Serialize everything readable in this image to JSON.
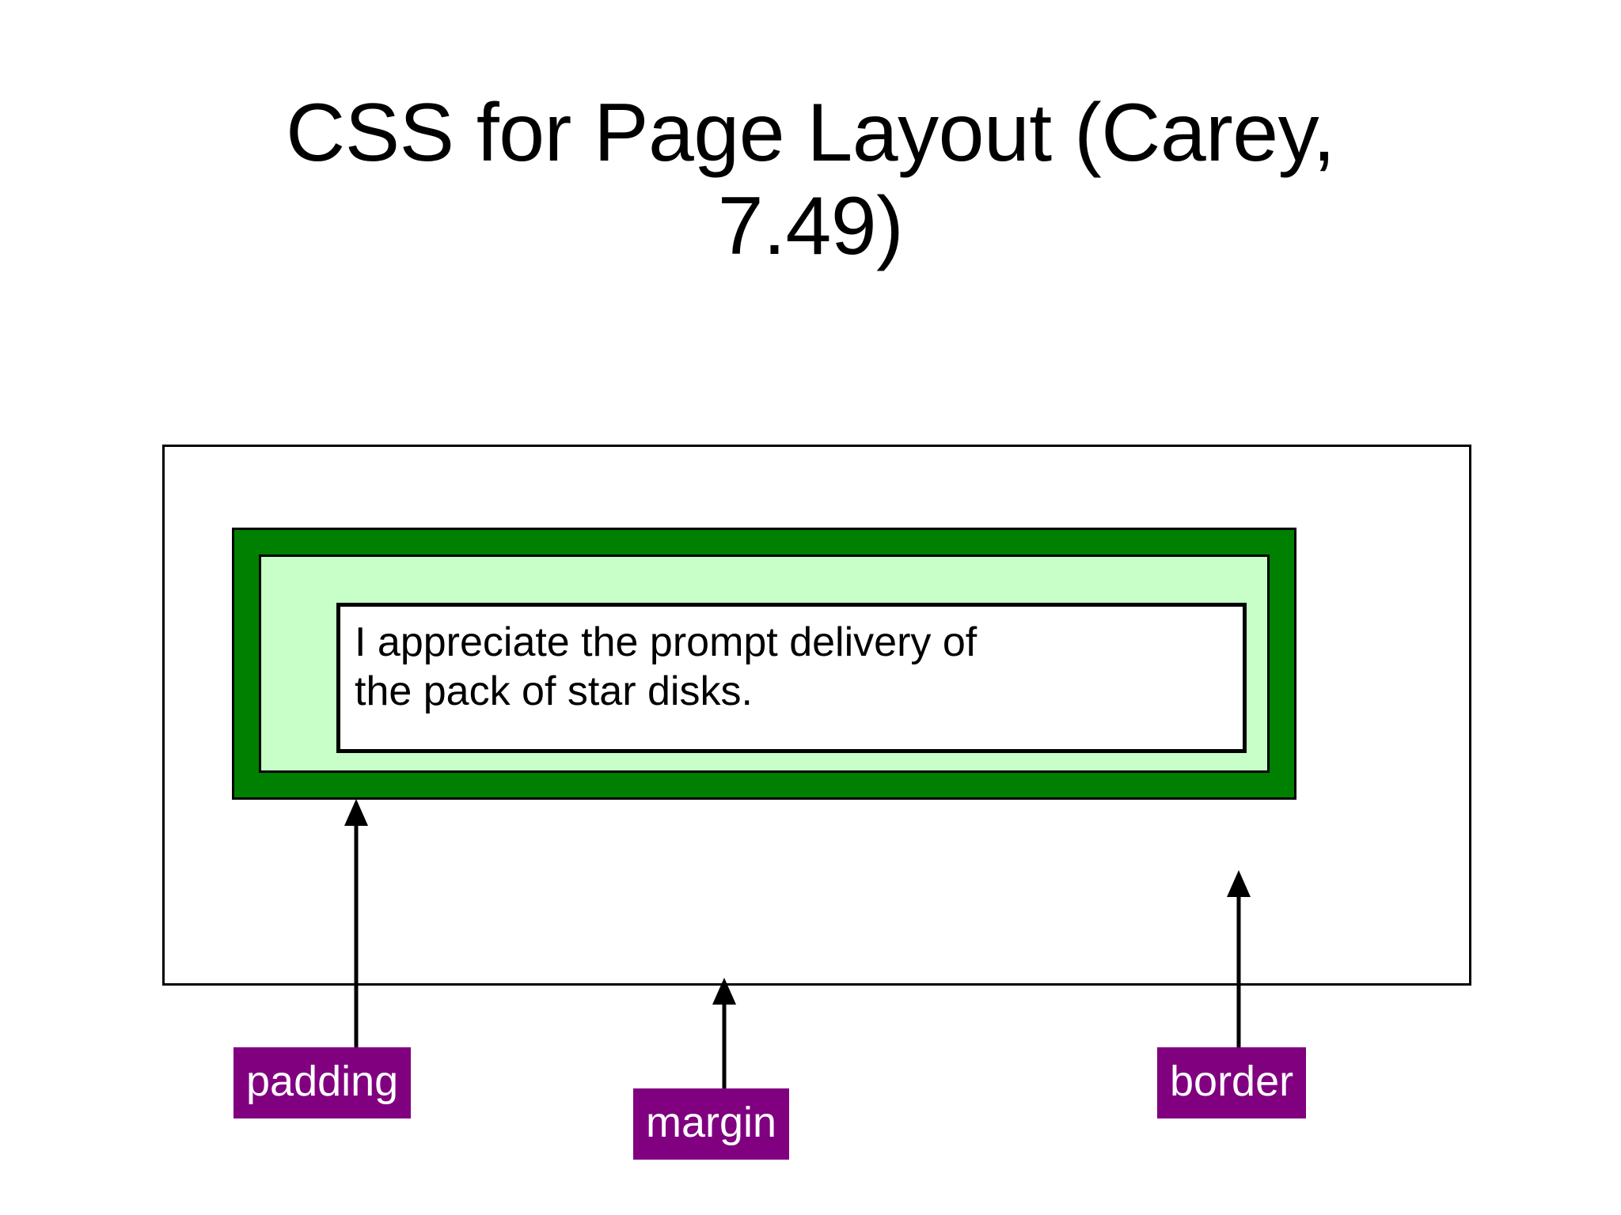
{
  "slide": {
    "title_lines": [
      "CSS for Page Layout (Carey,",
      "7.49)"
    ]
  },
  "diagram": {
    "name": "css-box-model",
    "content_text": "I appreciate the prompt delivery of\nthe pack of star disks.",
    "regions": {
      "margin_area_label": "margin",
      "border_area_label": "border",
      "padding_area_label": "padding"
    },
    "colors": {
      "border_band": "#008000",
      "padding_area": "#c8ffc8",
      "content_area": "#ffffff",
      "margin_area": "#ffffff",
      "callout_background": "#800080",
      "callout_text": "#ffffff",
      "outline": "#000000"
    }
  },
  "callouts": [
    {
      "id": "padding",
      "label": "padding"
    },
    {
      "id": "margin",
      "label": "margin"
    },
    {
      "id": "border",
      "label": "border"
    }
  ]
}
